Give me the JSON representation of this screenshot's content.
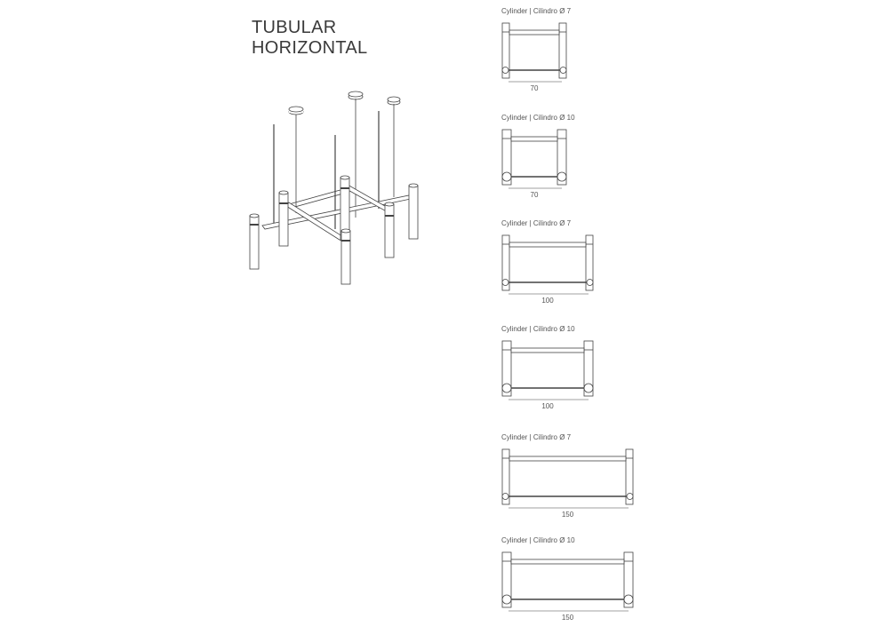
{
  "title": {
    "line1": "TUBULAR",
    "line2": "HORIZONTAL"
  },
  "variants": [
    {
      "label": "Cylinder | Cilindro  Ø 7",
      "length": 70,
      "diameter": 7,
      "dim_label": "70"
    },
    {
      "label": "Cylinder | Cilindro  Ø 10",
      "length": 70,
      "diameter": 10,
      "dim_label": "70"
    },
    {
      "label": "Cylinder | Cilindro  Ø 7",
      "length": 100,
      "diameter": 7,
      "dim_label": "100"
    },
    {
      "label": "Cylinder | Cilindro  Ø 10",
      "length": 100,
      "diameter": 10,
      "dim_label": "100"
    },
    {
      "label": "Cylinder | Cilindro  Ø 7",
      "length": 150,
      "diameter": 7,
      "dim_label": "150"
    },
    {
      "label": "Cylinder | Cilindro  Ø 10",
      "length": 150,
      "diameter": 10,
      "dim_label": "150"
    }
  ]
}
